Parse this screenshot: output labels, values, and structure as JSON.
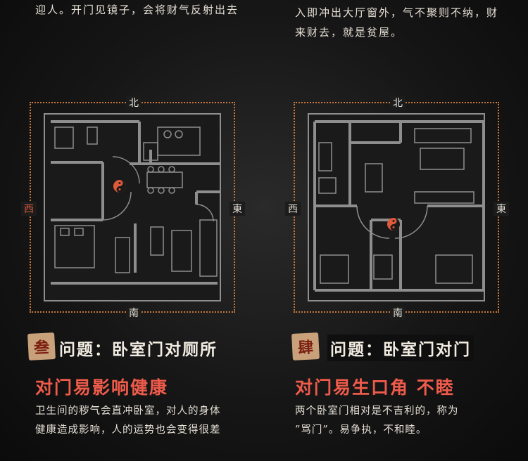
{
  "left": {
    "top_text": "迎人。开门见镜子，会将财气反射出去",
    "compass": {
      "north": "北",
      "south": "南",
      "west": "西",
      "east": "東"
    },
    "badge": "叁",
    "title": "问题：卧室门对厕所",
    "red_line": "对门易影响健康",
    "body": "卫生间的秽气会直冲卧室，对人的身体\n健康造成影响，人的运势也会变得很差"
  },
  "right": {
    "top_text": "入即冲出大厅窗外，气不聚则不纳，财\n来财去，就是贫屋。",
    "compass": {
      "north": "北",
      "south": "南",
      "west": "西",
      "east": "東"
    },
    "badge": "肆",
    "title": "问题：卧室门对门",
    "red_line": "对门易生口角 不睦",
    "body": "两个卧室门相对是不吉利的，称为\n”骂门”。易争执，不和睦。"
  },
  "colors": {
    "accent_red": "#ef5b4b",
    "dotted_border": "#c9773a",
    "badge_bg": "#c8a07a",
    "wall": "#8e8e8e"
  },
  "icons": [
    "taiji-icon",
    "floor-plan"
  ]
}
